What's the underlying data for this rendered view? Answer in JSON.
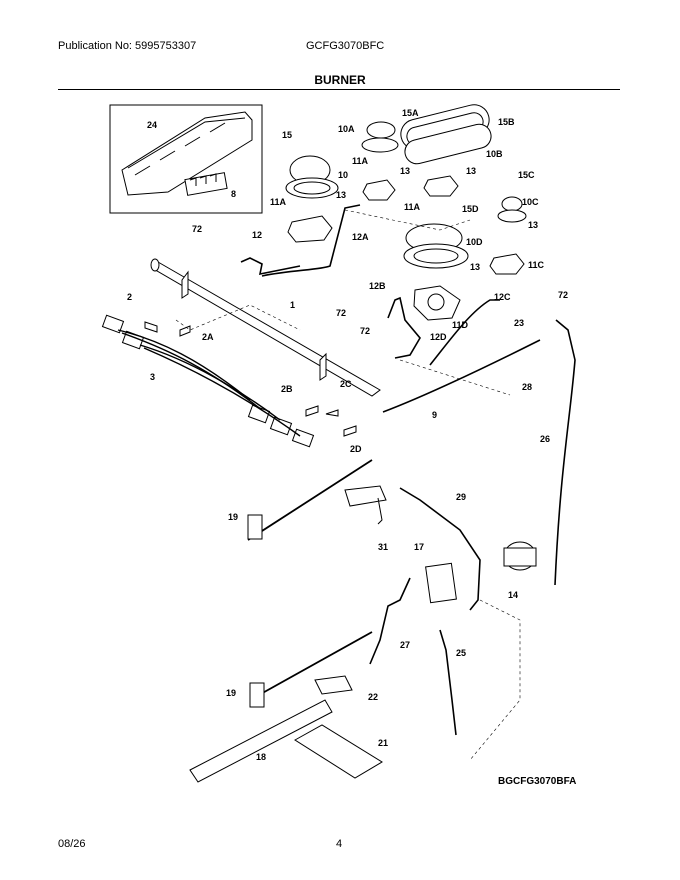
{
  "header": {
    "publication": "Publication No: 5995753307",
    "model": "GCFG3070BFC"
  },
  "title": "BURNER",
  "diagram_code": "BGCFG3070BFA",
  "footer": {
    "date": "08/26",
    "page": "4"
  },
  "parts": [
    {
      "id": "p24",
      "label": "24"
    },
    {
      "id": "p8",
      "label": "8"
    },
    {
      "id": "p15",
      "label": "15"
    },
    {
      "id": "p10",
      "label": "10"
    },
    {
      "id": "p10A",
      "label": "10A"
    },
    {
      "id": "p15A",
      "label": "15A"
    },
    {
      "id": "p15B",
      "label": "15B"
    },
    {
      "id": "p10B",
      "label": "10B"
    },
    {
      "id": "p13a",
      "label": "13"
    },
    {
      "id": "p13b",
      "label": "13"
    },
    {
      "id": "p13c",
      "label": "13"
    },
    {
      "id": "p13d",
      "label": "13"
    },
    {
      "id": "p13e",
      "label": "13"
    },
    {
      "id": "p11A1",
      "label": "11A"
    },
    {
      "id": "p11A2",
      "label": "11A"
    },
    {
      "id": "p11A3",
      "label": "11A"
    },
    {
      "id": "p15C",
      "label": "15C"
    },
    {
      "id": "p10C",
      "label": "10C"
    },
    {
      "id": "p15D",
      "label": "15D"
    },
    {
      "id": "p10D",
      "label": "10D"
    },
    {
      "id": "p11C",
      "label": "11C"
    },
    {
      "id": "p11D",
      "label": "11D"
    },
    {
      "id": "p12",
      "label": "12"
    },
    {
      "id": "p12A",
      "label": "12A"
    },
    {
      "id": "p12B",
      "label": "12B"
    },
    {
      "id": "p12C",
      "label": "12C"
    },
    {
      "id": "p12D",
      "label": "12D"
    },
    {
      "id": "p72a",
      "label": "72"
    },
    {
      "id": "p72b",
      "label": "72"
    },
    {
      "id": "p72c",
      "label": "72"
    },
    {
      "id": "p72d",
      "label": "72"
    },
    {
      "id": "p1",
      "label": "1"
    },
    {
      "id": "p2",
      "label": "2"
    },
    {
      "id": "p2A",
      "label": "2A"
    },
    {
      "id": "p3",
      "label": "3"
    },
    {
      "id": "p2B",
      "label": "2B"
    },
    {
      "id": "p2C",
      "label": "2C"
    },
    {
      "id": "p2D",
      "label": "2D"
    },
    {
      "id": "p23",
      "label": "23"
    },
    {
      "id": "p28",
      "label": "28"
    },
    {
      "id": "p9",
      "label": "9"
    },
    {
      "id": "p26",
      "label": "26"
    },
    {
      "id": "p19a",
      "label": "19"
    },
    {
      "id": "p29",
      "label": "29"
    },
    {
      "id": "p31",
      "label": "31"
    },
    {
      "id": "p17",
      "label": "17"
    },
    {
      "id": "p14",
      "label": "14"
    },
    {
      "id": "p27",
      "label": "27"
    },
    {
      "id": "p25",
      "label": "25"
    },
    {
      "id": "p19b",
      "label": "19"
    },
    {
      "id": "p22",
      "label": "22"
    },
    {
      "id": "p21",
      "label": "21"
    },
    {
      "id": "p18",
      "label": "18"
    }
  ]
}
